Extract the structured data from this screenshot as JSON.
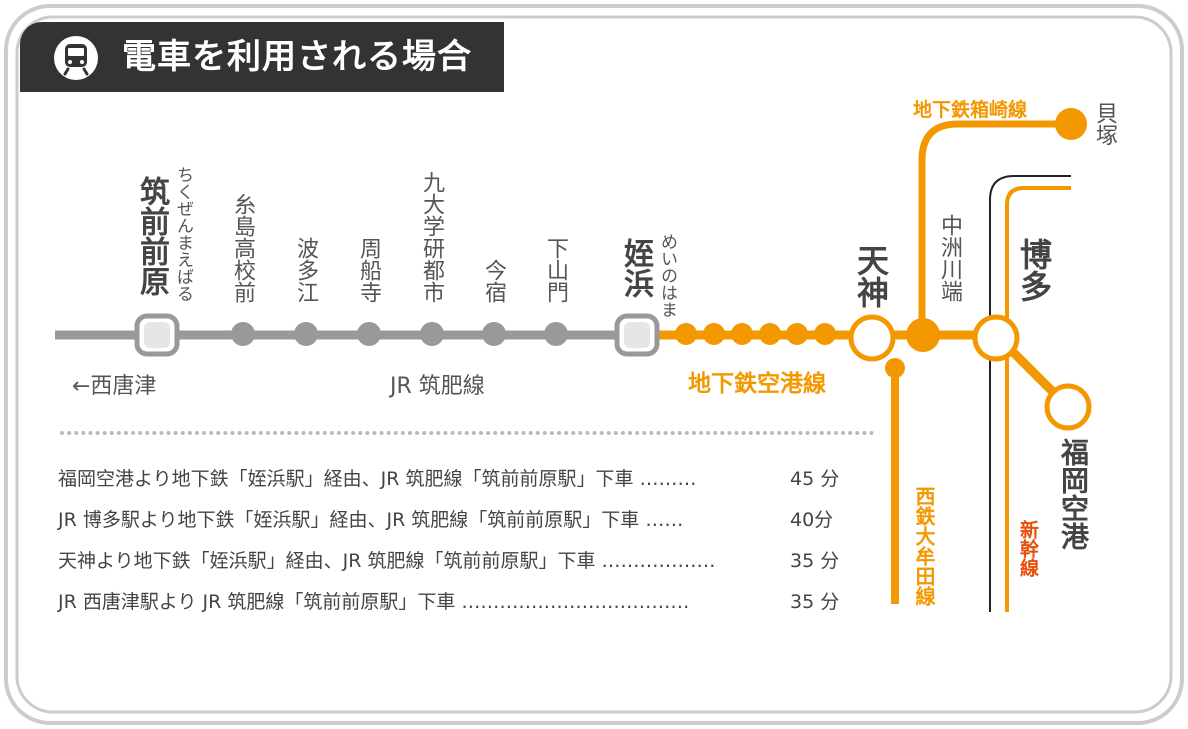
{
  "header": {
    "title": "電車を利用される場合",
    "icon": "train-icon"
  },
  "colors": {
    "gray_line": "#999999",
    "orange_line": "#f39800",
    "header_bg": "#333333",
    "frame": "#cccccc"
  },
  "jr_line": {
    "name": "JR 筑肥線",
    "direction": "←西唐津",
    "stations": [
      {
        "name": "筑前前原",
        "reading": "ちくぜんまえばる"
      },
      {
        "name": "糸島高校前"
      },
      {
        "name": "波多江"
      },
      {
        "name": "周船寺"
      },
      {
        "name": "九大学研都市"
      },
      {
        "name": "今宿"
      },
      {
        "name": "下山門"
      },
      {
        "name": "姪浜",
        "reading": "めいのはま"
      }
    ]
  },
  "subway": {
    "airport_line": "地下鉄空港線",
    "hakozaki_line": "地下鉄箱崎線",
    "stations": {
      "tenjin": "天神",
      "nakasu": "中洲川端",
      "hakata": "博多",
      "airport": "福岡空港",
      "kaizuka": "貝塚"
    }
  },
  "other_lines": {
    "nishitetsu": "西鉄大牟田線",
    "shinkansen": "新幹線"
  },
  "routes": [
    {
      "text": "福岡空港より地下鉄「姪浜駅」経由、JR 筑肥線「筑前前原駅」下車 ………",
      "time": "45 分"
    },
    {
      "text": "JR 博多駅より地下鉄「姪浜駅」経由、JR 筑肥線「筑前前原駅」下車 ……",
      "time": "40分"
    },
    {
      "text": "天神より地下鉄「姪浜駅」経由、JR 筑肥線「筑前前原駅」下車 ………………",
      "time": "35 分"
    },
    {
      "text": "JR 西唐津駅より JR 筑肥線「筑前前原駅」下車 ………………………………",
      "time": "35 分"
    }
  ]
}
